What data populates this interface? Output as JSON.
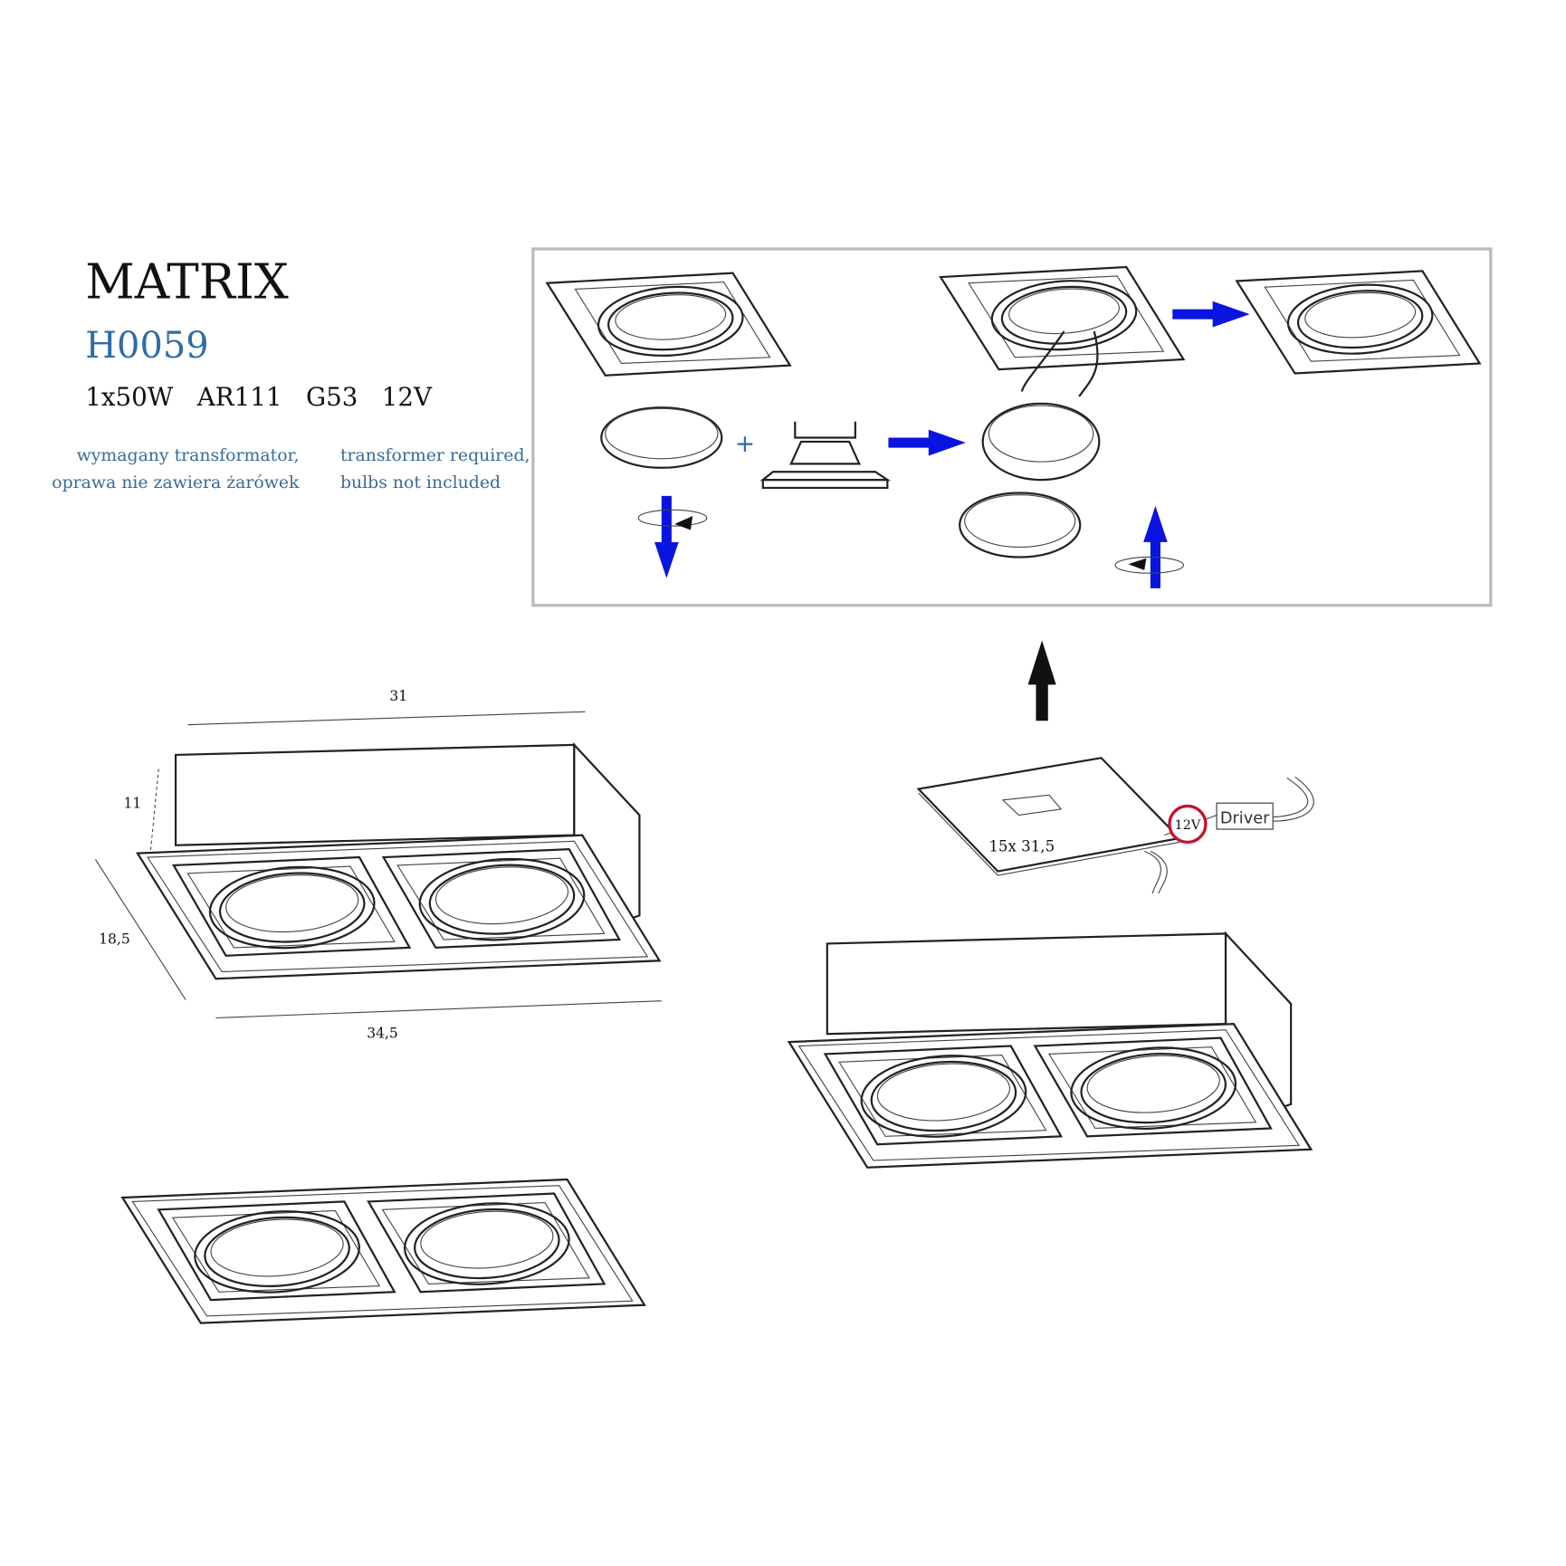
{
  "header": {
    "title": "MATRIX",
    "code": "H0059",
    "specs": "1x50W   AR111   G53   12V",
    "note_pl_line1": "wymagany transformator,",
    "note_pl_line2": "oprawa nie zawiera żarówek",
    "note_en_line1": "transformer required,",
    "note_en_line2": "bulbs not included"
  },
  "dimensions": {
    "length_top": "31",
    "height": "11",
    "depth": "18,5",
    "length_bottom": "34,5",
    "cutout": "15x 31,5"
  },
  "driver": {
    "voltage": "12V",
    "label": "Driver"
  },
  "install_panel": {
    "plus": "+"
  },
  "colors": {
    "blue_text": "#2e6da4",
    "arrow_blue": "#0a14e0",
    "voltage_circle": "#c8102e",
    "panel_border": "#bbbbbb"
  }
}
